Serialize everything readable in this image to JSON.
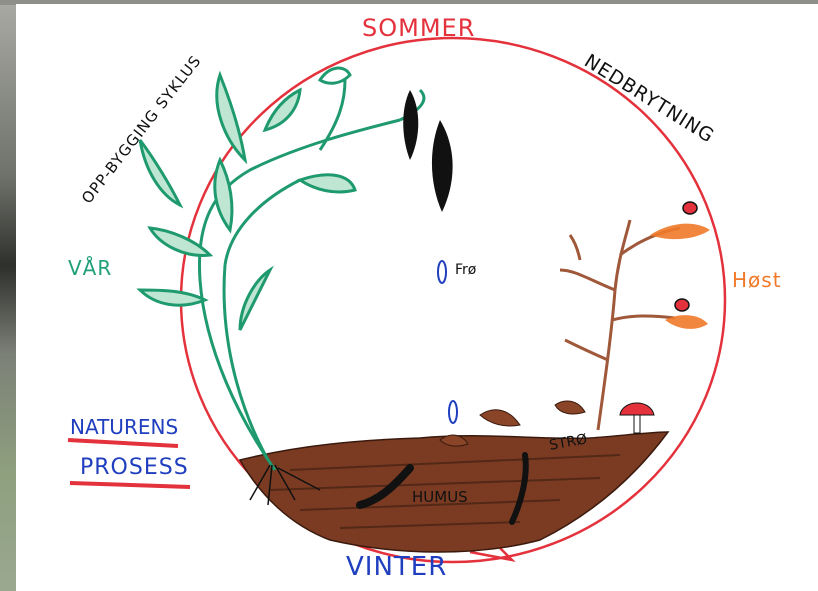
{
  "labels": {
    "summer": "SOMMER",
    "winter": "VINTER",
    "spring": "VÅR",
    "autumn": "Høst",
    "decomposition": "NEDBRYTNING",
    "building_cycle": "OPP-BYGGING SYKLUS",
    "seed": "Frø",
    "humus": "HUMUS",
    "litter": "STRØ",
    "title_line1": "NATURENS",
    "title_line2": "PROSESS"
  },
  "colors": {
    "cycle_circle": "#e4323c",
    "summer_text": "#e4323c",
    "winter_text": "#1f3fbf",
    "spring_text": "#20a079",
    "autumn_text": "#f07a2a",
    "title_text": "#1f3fbf",
    "title_underline": "#e4323c",
    "plant": "#1f9a6e",
    "soil": "#7a3b22",
    "tree": "#a0583a",
    "ink": "#111111",
    "background": "#9a9a94"
  }
}
